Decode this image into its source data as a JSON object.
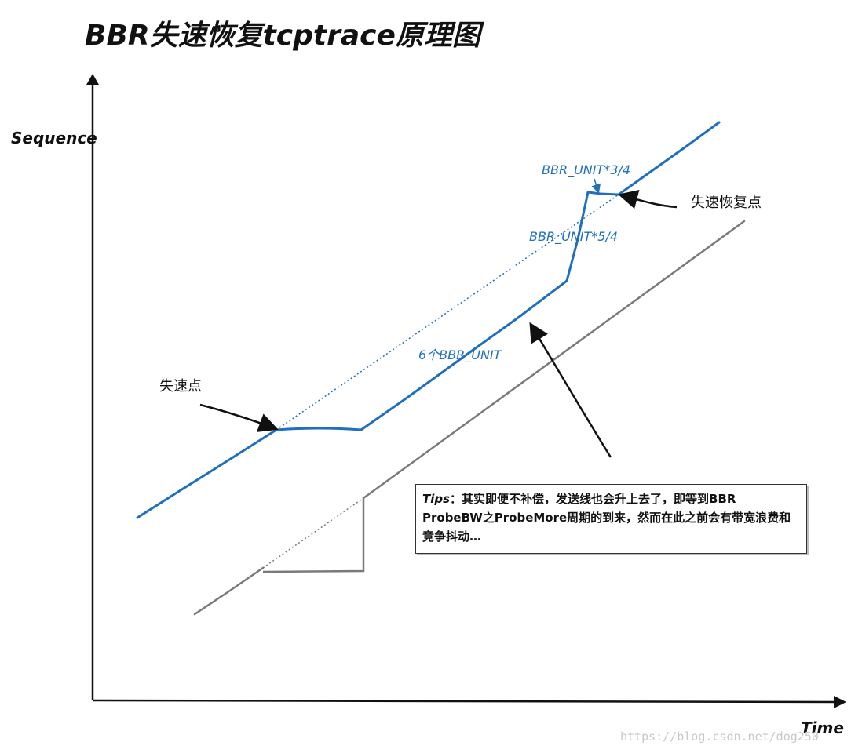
{
  "title": "BBR失速恢复tcptrace原理图",
  "axes": {
    "y_label": "Sequence",
    "x_label": "Time"
  },
  "labels": {
    "stall_point": "失速点",
    "recovery_point": "失速恢复点",
    "six_units": "6个BBR_UNIT",
    "unit_5_4": "BBR_UNIT*5/4",
    "unit_3_4": "BBR_UNIT*3/4"
  },
  "tips": {
    "key": "Tips",
    "text": "：其实即便不补偿，发送线也会升上去了，即等到BBR ProbeBW之ProbeMore周期的到来，然而在此之前会有带宽浪费和竞争抖动…"
  },
  "watermark": "https://blog.csdn.net/dog250",
  "colors": {
    "send_line": "#1f6fbf",
    "ack_line": "#7a7a7a",
    "axis": "#111111"
  }
}
